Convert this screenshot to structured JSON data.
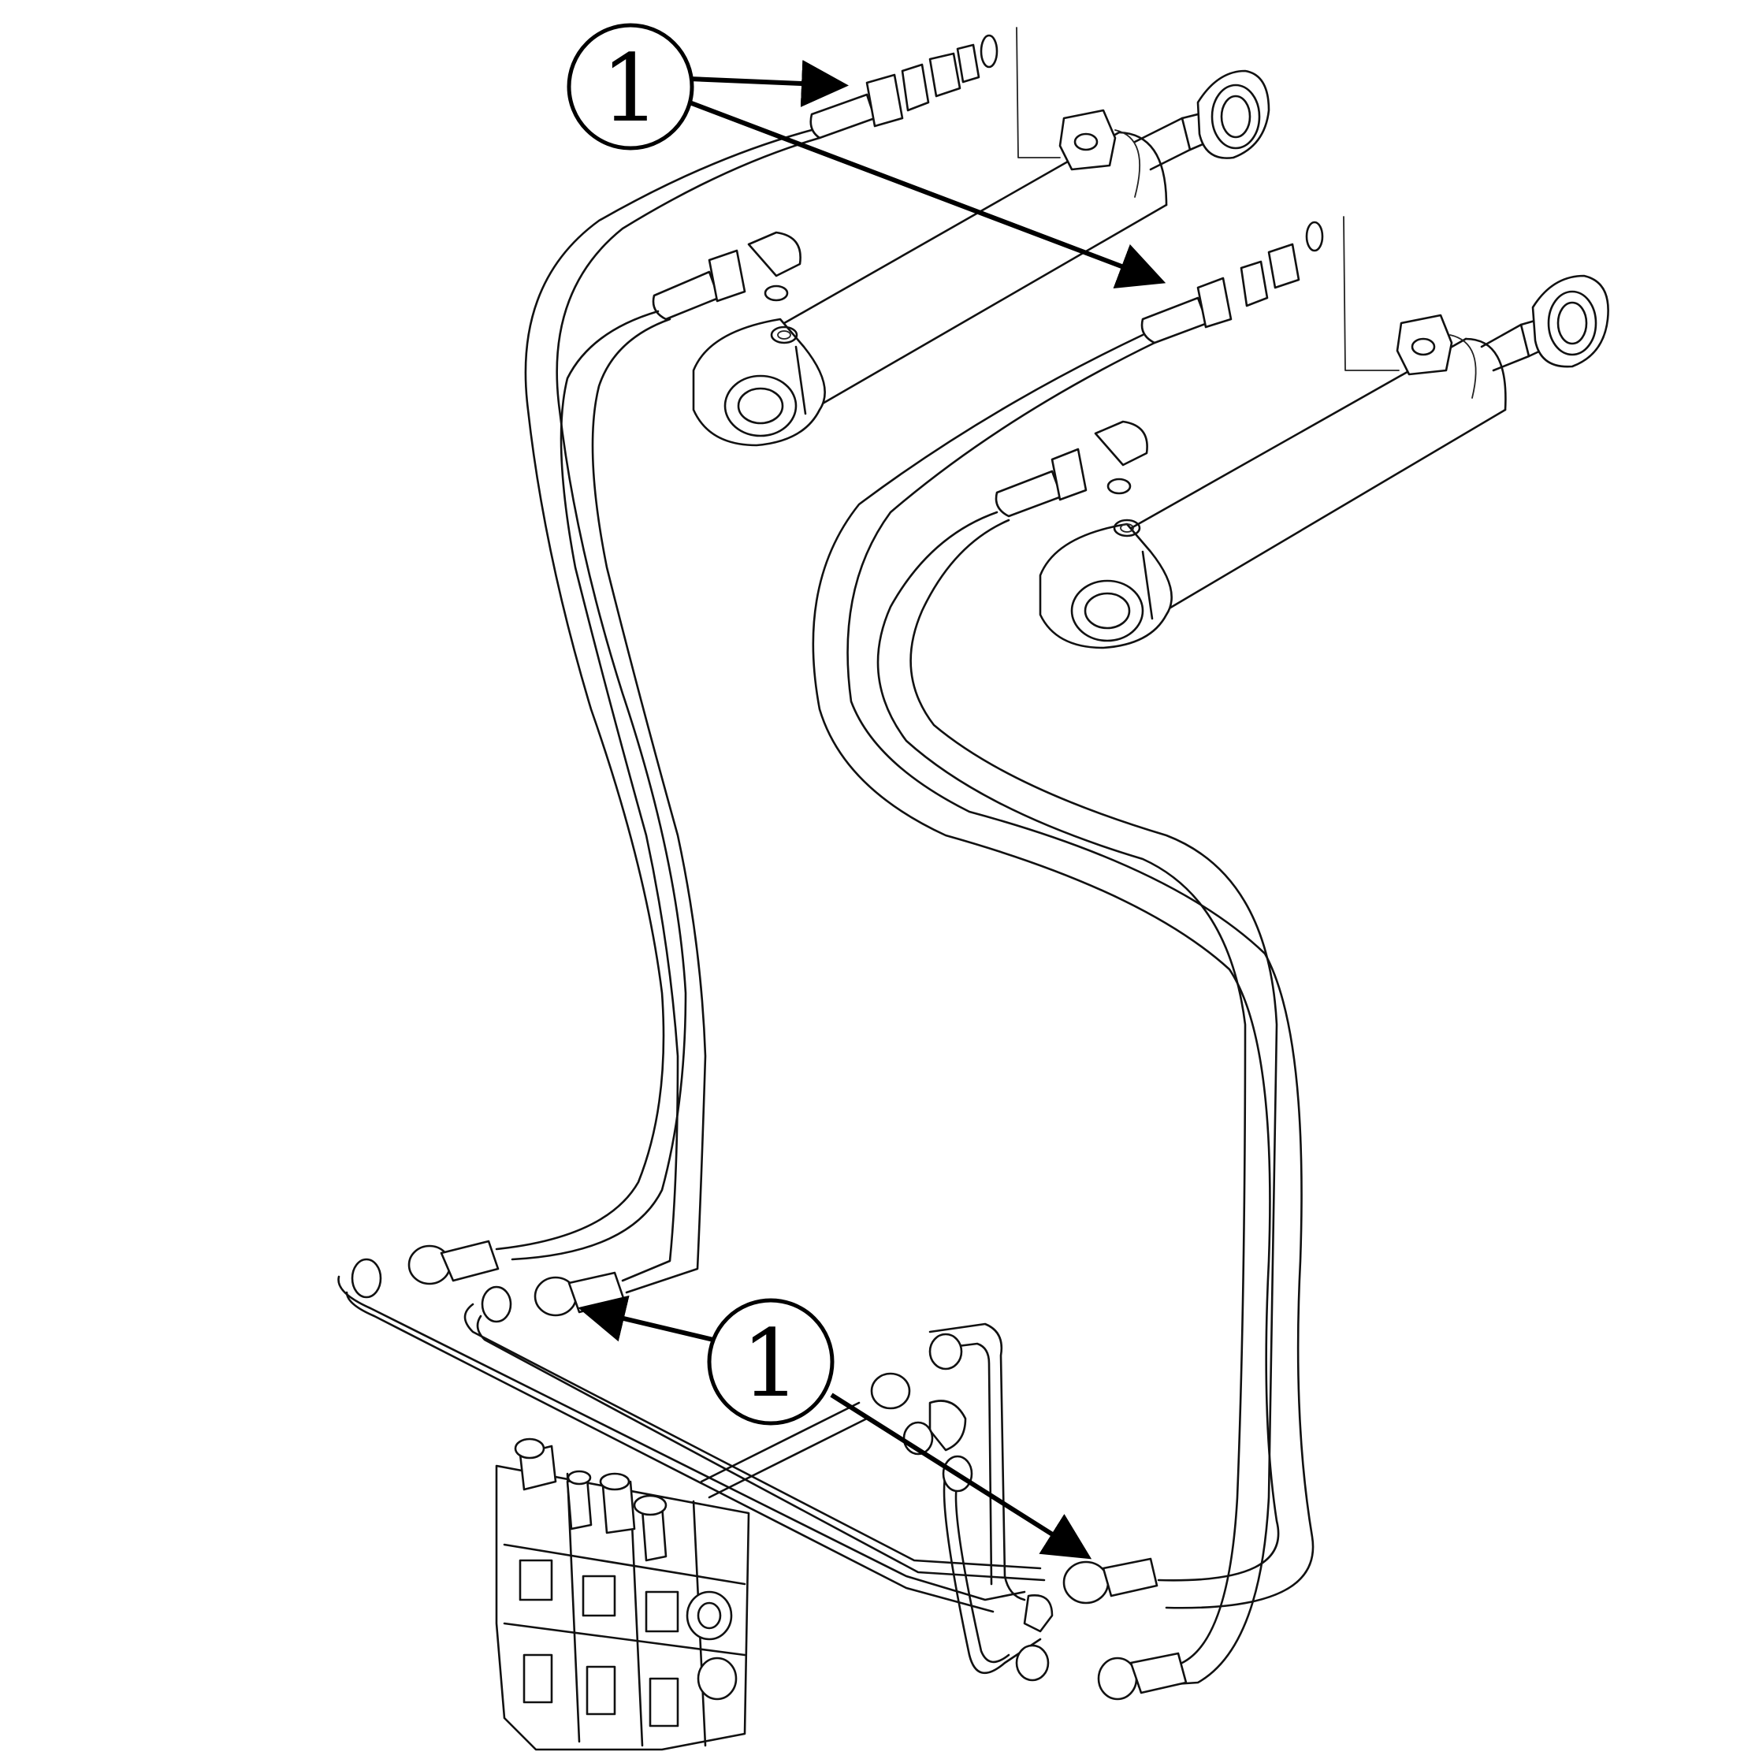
{
  "diagram": {
    "callouts": [
      {
        "id": "callout-top",
        "label": "1"
      },
      {
        "id": "callout-bottom",
        "label": "1"
      }
    ],
    "colors": {
      "line": "#111111",
      "arrow": "#000000",
      "background": "#ffffff"
    }
  }
}
